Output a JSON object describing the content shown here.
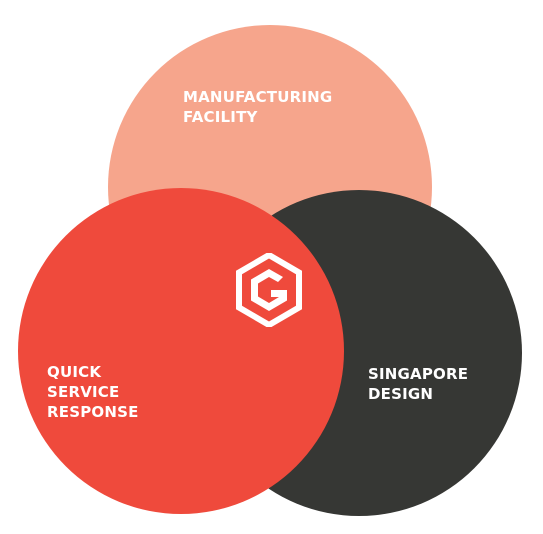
{
  "colors": {
    "top_circle": "#f6a58c",
    "left_circle": "#ef4a3c",
    "right_circle": "#363734",
    "label_text": "#ffffff",
    "logo": "#ffffff"
  },
  "circles": {
    "top": {
      "lines": [
        "MANUFACTURING",
        "FACILITY"
      ]
    },
    "left": {
      "lines": [
        "QUICK",
        "SERVICE",
        "RESPONSE"
      ]
    },
    "right": {
      "lines": [
        "SINGAPORE",
        "DESIGN"
      ]
    }
  },
  "logo": {
    "icon": "hexagon-g-logo-icon",
    "letter": "G"
  }
}
